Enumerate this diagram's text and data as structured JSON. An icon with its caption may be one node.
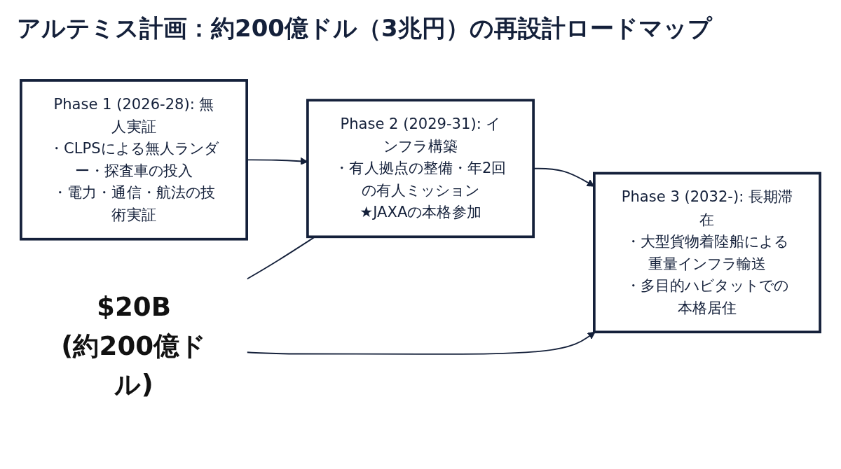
{
  "diagram": {
    "title": "アルテミス計画：約200億ドル（3兆円）の再設計ロードマップ",
    "nodes": [
      {
        "text": [
          "Phase 1 (2026-28): 無人実証",
          "・CLPSによる無人ランダー・探査車の投入",
          "・電力・通信・航法の技術実証"
        ]
      },
      {
        "text": [
          "Phase 2 (2029-31): インフラ構築",
          "・有人拠点の整備・年2回の有人ミッション",
          "★JAXAの本格参加"
        ]
      },
      {
        "text": [
          "$20B",
          "(約200億ドル)"
        ]
      },
      {
        "text": [
          "Phase 3 (2032-): 長期滞在",
          "・大型貨物着陸船による重量インフラ輸送",
          "・多目的ハビタットでの本格居住"
        ]
      }
    ],
    "edges": [
      {
        "from": 0,
        "to": 1,
        "arrow": "to"
      },
      {
        "from": 1,
        "to": 3,
        "arrow": "to"
      },
      {
        "from": 2,
        "to": 1,
        "arrow": "none"
      },
      {
        "from": 2,
        "to": 3,
        "arrow": "to"
      }
    ]
  }
}
